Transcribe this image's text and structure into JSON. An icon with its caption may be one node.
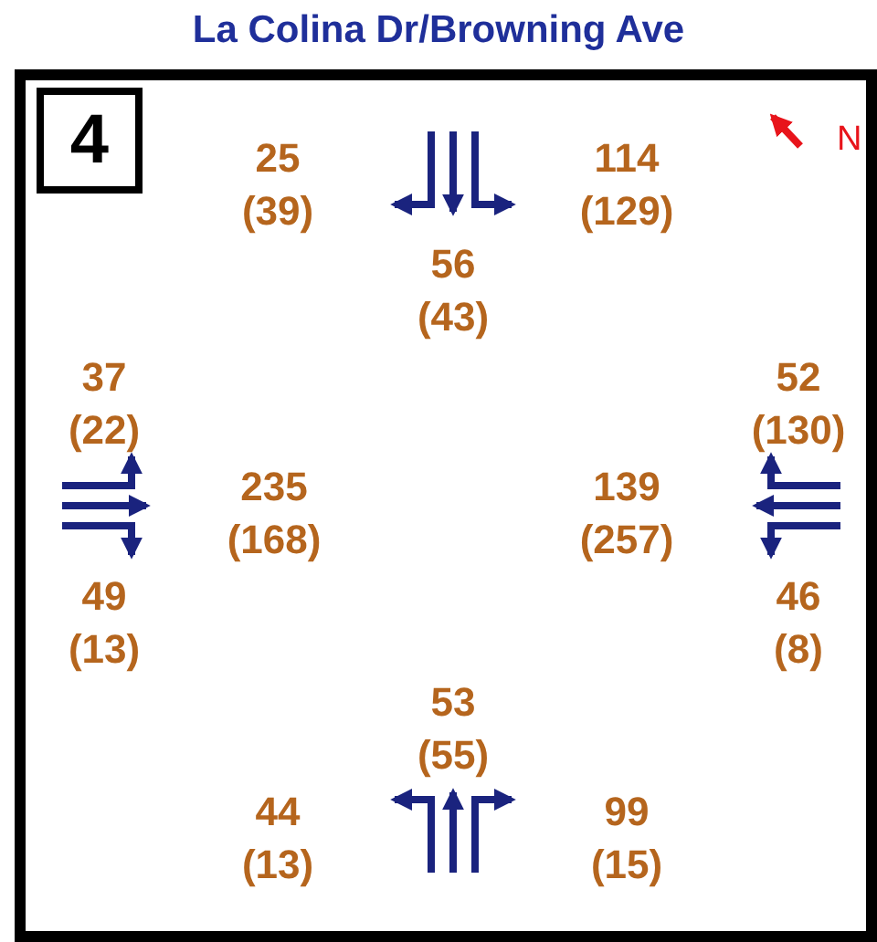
{
  "diagram": {
    "title": "La Colina Dr/Browning Ave",
    "labels": [
      "4",
      "25 (39)",
      "114 (129)",
      "N",
      "56 (43)",
      "37 (22)",
      "52 (130)",
      "235 (168)",
      "139 (257)",
      "49 (13)",
      "46 (8)",
      "53 (55)",
      "44 (13)",
      "99 (15)"
    ]
  }
}
